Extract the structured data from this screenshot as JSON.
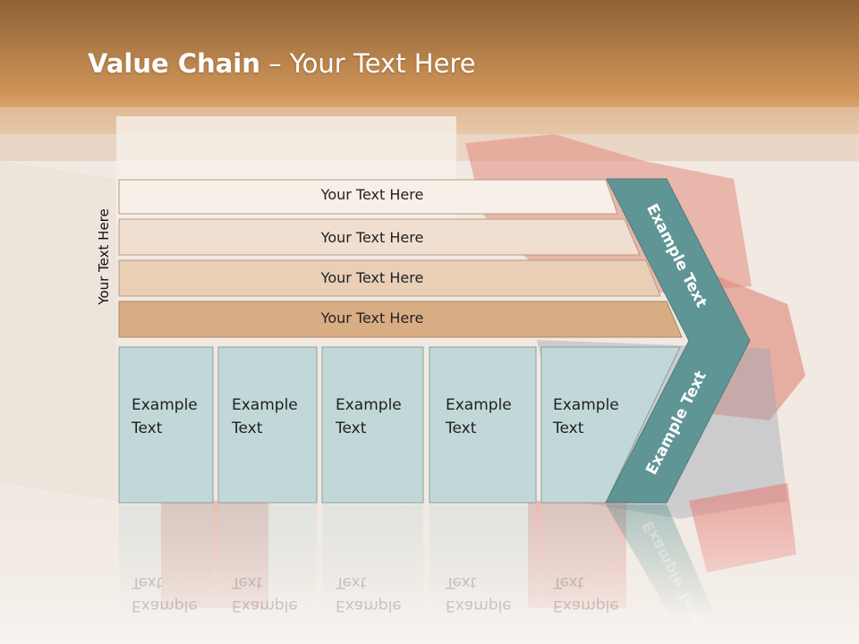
{
  "title": {
    "bold": "Value Chain",
    "rest": " – Your Text Here"
  },
  "side_label": "Your Text Here",
  "rows": [
    {
      "label": "Your Text Here",
      "color": "#f7efe8"
    },
    {
      "label": "Your Text Here",
      "color": "#f0dfd0"
    },
    {
      "label": "Your Text Here",
      "color": "#e8cfb6"
    },
    {
      "label": "Your Text Here",
      "color": "#d9ad84"
    }
  ],
  "boxes": [
    {
      "line1": "Example",
      "line2": "Text"
    },
    {
      "line1": "Example",
      "line2": "Text"
    },
    {
      "line1": "Example",
      "line2": "Text"
    },
    {
      "line1": "Example",
      "line2": "Text"
    },
    {
      "line1": "Example",
      "line2": "Text"
    }
  ],
  "chevron": {
    "top_label": "Example Text",
    "bottom_label": "Example Text",
    "color": "#5f9595"
  },
  "colors": {
    "header_top": "#8f6236",
    "header_bottom": "#d49a60",
    "box_fill": "#c2d8d8",
    "box_stroke": "#8aa0a0"
  }
}
